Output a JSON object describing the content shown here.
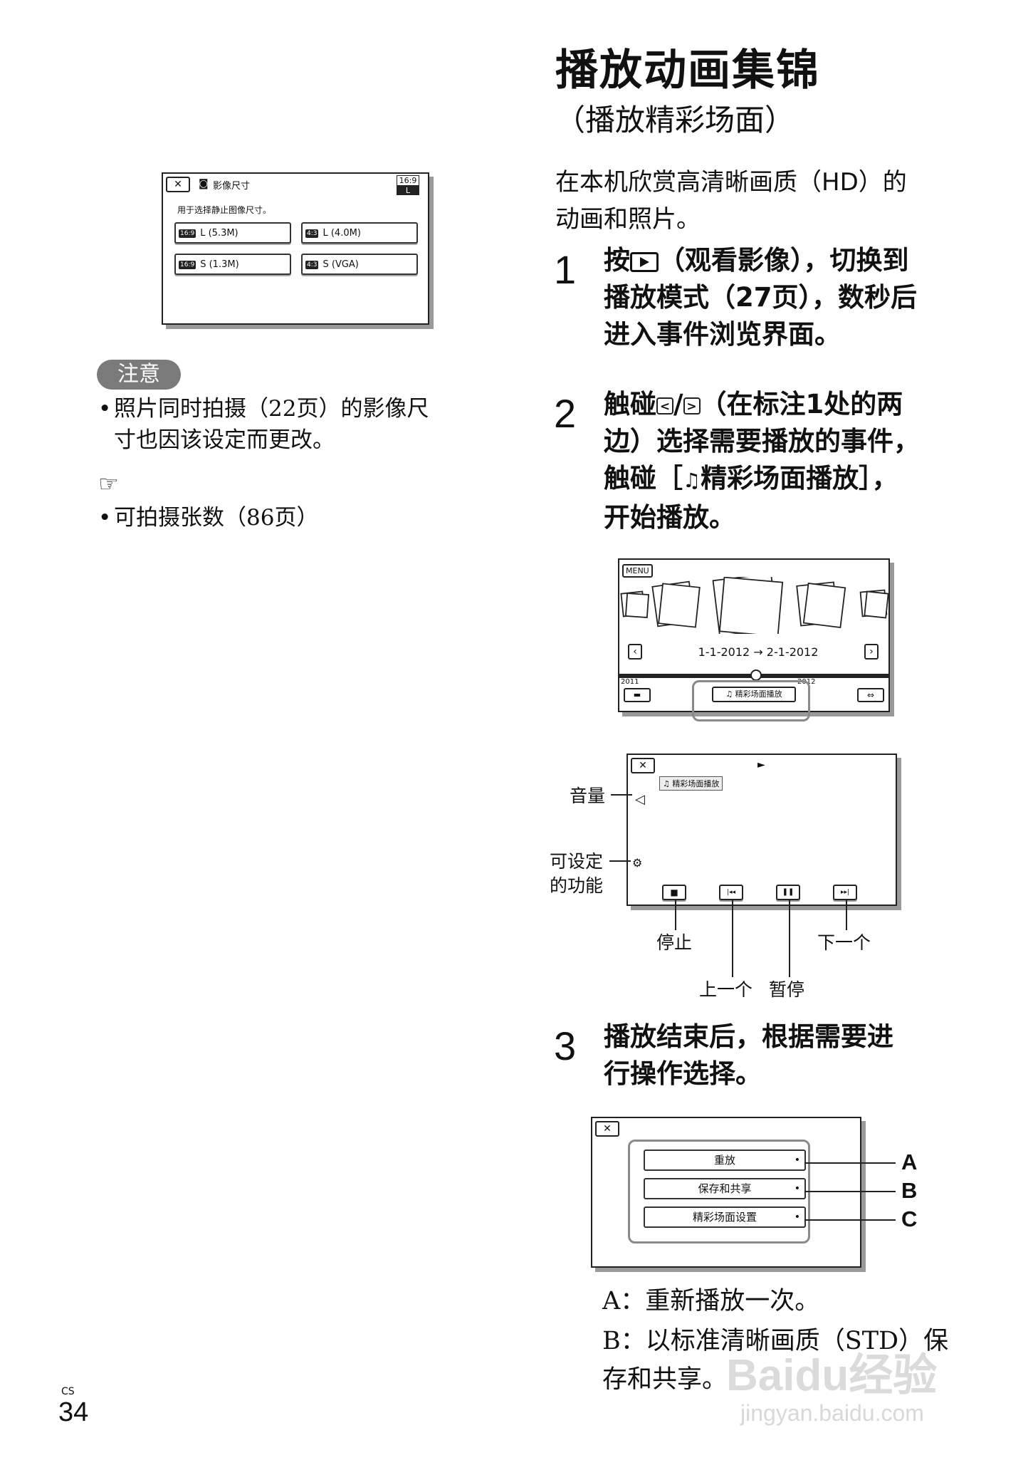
{
  "left": {
    "image_size_screen": {
      "close": "✕",
      "title": "影像尺寸",
      "badge_ratio": "16:9",
      "badge_size": "L",
      "instruction": "用于选择静止图像尺寸。",
      "options": [
        {
          "tag": "16:9",
          "label": "L (5.3M)"
        },
        {
          "tag": "4:3",
          "label": "L (4.0M)"
        },
        {
          "tag": "16:9",
          "label": "S (1.3M)"
        },
        {
          "tag": "4:3",
          "label": "S (VGA)"
        }
      ]
    },
    "note_label": "注意",
    "bullet": "•",
    "note_text_1": "照片同时拍摄（22页）的影像尺",
    "note_text_2": "寸也因该设定而更改。",
    "ref_icon": "☞",
    "ref_text": "可拍摄张数（86页）"
  },
  "right": {
    "title": "播放动画集锦",
    "subtitle": "（播放精彩场面）",
    "intro_1": "在本机欣赏高清晰画质（HD）的",
    "intro_2": "动画和照片。",
    "step1_num": "1",
    "step1_a": "按",
    "step1_b": "（观看影像），切换到",
    "step1_c": "播放模式（27页），数秒后",
    "step1_d": "进入事件浏览界面。",
    "step2_num": "2",
    "step2_a": "触碰",
    "prev_glyph": "<",
    "slash": "/",
    "next_glyph": ">",
    "step2_b": "（在标注1处的两",
    "step2_c": "边）选择需要播放的事件，",
    "step2_d": "触碰［",
    "step2_e": "精彩场面播放］，",
    "step2_f": "开始播放。",
    "event_screen": {
      "menu": "MENU",
      "date_range": "1-1-2012 → 2-1-2012",
      "year_left": "2011",
      "year_right": "2012",
      "highlight_button": "精彩场面播放"
    },
    "playback_screen": {
      "close": "✕",
      "play_mark": "►",
      "label": "精彩场面播放",
      "stop": "■",
      "prev": "|◂◂",
      "pause": "❚❚",
      "next": "▸▸|"
    },
    "callouts": {
      "volume": "音量",
      "settable_1": "可设定",
      "settable_2": "的功能",
      "stop": "停止",
      "previous": "上一个",
      "pause": "暂停",
      "next": "下一个"
    },
    "step3_num": "3",
    "step3_a": "播放结束后，根据需要进",
    "step3_b": "行操作选择。",
    "end_menu": {
      "close": "✕",
      "options": [
        "重放",
        "保存和共享",
        "精彩场面设置"
      ],
      "dot": "•",
      "labels": [
        "A",
        "B",
        "C"
      ]
    },
    "desc_a": "A：重新播放一次。",
    "desc_b_1": "B：以标准清晰画质（STD）保",
    "desc_b_2": "存和共享。"
  },
  "footer": {
    "lang": "CS",
    "page": "34",
    "watermark_1": "Baidu经验",
    "watermark_2": "jingyan.baidu.com"
  }
}
